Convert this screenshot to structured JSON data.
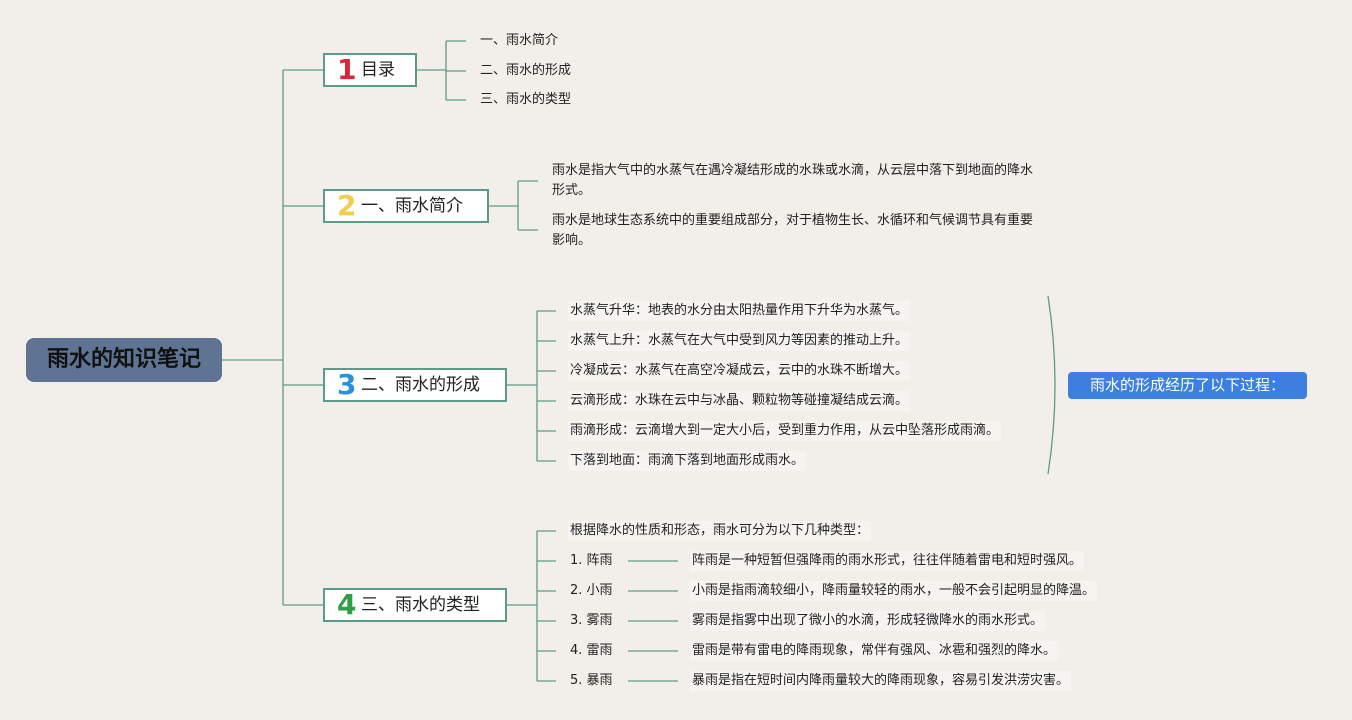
{
  "root": {
    "title": "雨水的知识笔记"
  },
  "branches": [
    {
      "number": "1",
      "label": "目录",
      "number_color": "#d6283c",
      "items": [
        "一、雨水简介",
        "二、雨水的形成",
        "三、雨水的类型"
      ]
    },
    {
      "number": "2",
      "label": "一、雨水简介",
      "number_color": "#f2cc4d",
      "paragraphs": [
        "雨水是指大气中的水蒸气在遇冷凝结形成的水珠或水滴，从云层中落下到地面的降水形式。",
        "雨水是地球生态系统中的重要组成部分，对于植物生长、水循环和气候调节具有重要影响。"
      ]
    },
    {
      "number": "3",
      "label": "二、雨水的形成",
      "number_color": "#2e8fe0",
      "items": [
        "水蒸气升华：地表的水分由太阳热量作用下升华为水蒸气。",
        "水蒸气上升：水蒸气在大气中受到风力等因素的推动上升。",
        "冷凝成云：水蒸气在高空冷凝成云，云中的水珠不断增大。",
        "云滴形成：水珠在云中与冰晶、颗粒物等碰撞凝结成云滴。",
        "雨滴形成：云滴增大到一定大小后，受到重力作用，从云中坠落形成雨滴。",
        "下落到地面：雨滴下落到地面形成雨水。"
      ],
      "summary": "雨水的形成经历了以下过程："
    },
    {
      "number": "4",
      "label": "三、雨水的类型",
      "number_color": "#2ea043",
      "intro": "根据降水的性质和形态，雨水可分为以下几种类型：",
      "types": [
        {
          "name": "1. 阵雨",
          "desc": "阵雨是一种短暂但强降雨的雨水形式，往往伴随着雷电和短时强风。"
        },
        {
          "name": "2. 小雨",
          "desc": "小雨是指雨滴较细小，降雨量较轻的雨水，一般不会引起明显的降温。"
        },
        {
          "name": "3. 雾雨",
          "desc": "雾雨是指雾中出现了微小的水滴，形成轻微降水的雨水形式。"
        },
        {
          "name": "4. 雷雨",
          "desc": "雷雨是带有雷电的降雨现象，常伴有强风、冰雹和强烈的降水。"
        },
        {
          "name": "5. 暴雨",
          "desc": "暴雨是指在短时间内降雨量较大的降雨现象，容易引发洪涝灾害。"
        }
      ]
    }
  ],
  "colors": {
    "connector": "#5e9a8a",
    "root_bg": "#5f7492",
    "summary_bg": "#3d7fe0"
  }
}
